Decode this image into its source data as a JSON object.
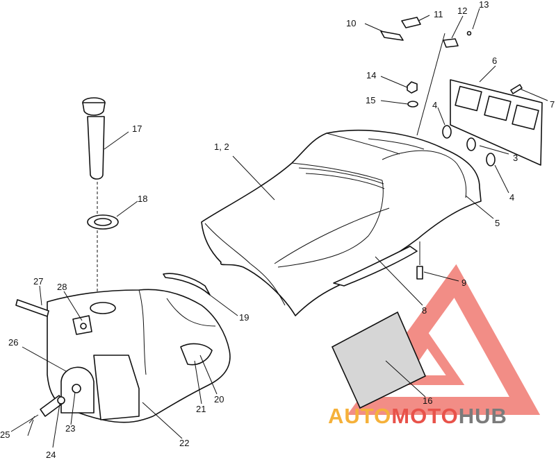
{
  "callouts": {
    "c1": "1, 2",
    "c3": "3",
    "c4a": "4",
    "c4b": "4",
    "c5": "5",
    "c6": "6",
    "c7": "7",
    "c8": "8",
    "c9": "9",
    "c10": "10",
    "c11": "11",
    "c12": "12",
    "c13": "13",
    "c14": "14",
    "c15": "15",
    "c16": "16",
    "c17": "17",
    "c18": "18",
    "c19": "19",
    "c20": "20",
    "c21": "21",
    "c22": "22",
    "c23": "23",
    "c24": "24",
    "c25": "25",
    "c26": "26",
    "c27": "27",
    "c28": "28"
  },
  "watermark": {
    "auto": "AUTO",
    "moto": "MOTO",
    "hub": "HUB",
    "colors": {
      "auto": "#f5b13a",
      "moto": "#e8524a",
      "hub": "#7b7b7b",
      "logo": "#f07a72"
    }
  }
}
